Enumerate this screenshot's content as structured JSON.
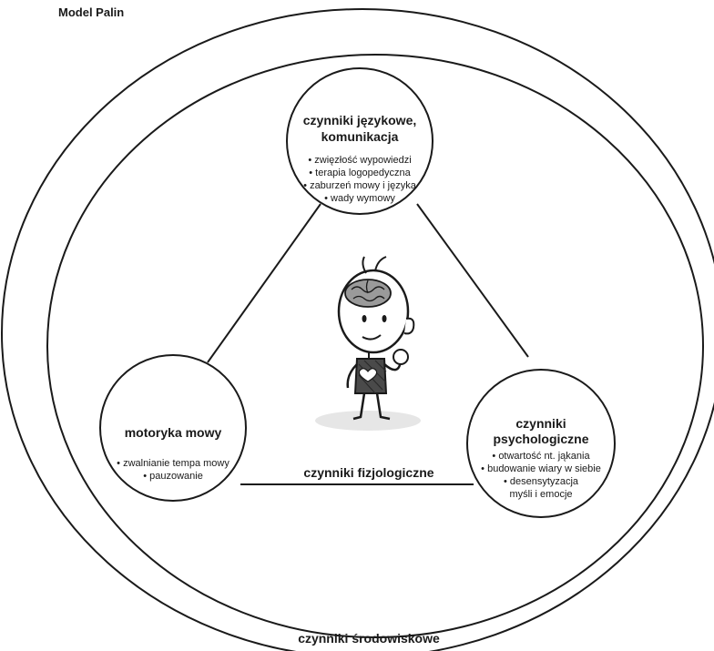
{
  "title": "Model Palin",
  "top_node": {
    "title_line1": "czynniki językowe,",
    "title_line2": "komunikacja",
    "bullets": [
      "• zwięzłość wypowiedzi",
      "• terapia logopedyczna",
      "• zaburzeń mowy i języka",
      "• wady wymowy"
    ]
  },
  "left_node": {
    "title": "motoryka mowy",
    "bullets": [
      "• zwalnianie tempa mowy",
      "• pauzowanie"
    ]
  },
  "right_node": {
    "title_line1": "czynniki",
    "title_line2": "psychologiczne",
    "bullets": [
      "• otwartość nt. jąkania",
      "• budowanie wiary w siebie",
      "• desensytyzacja",
      "myśli i emocje"
    ]
  },
  "center_label": "czynniki fizjologiczne",
  "outer_label": "czynniki środowiskowe",
  "colors": {
    "line": "#1a1a1a",
    "text": "#1a1a1a",
    "shadow": "#e6e6e6",
    "brain": "#9a9a9a",
    "shirt": "#4a4a4a"
  }
}
